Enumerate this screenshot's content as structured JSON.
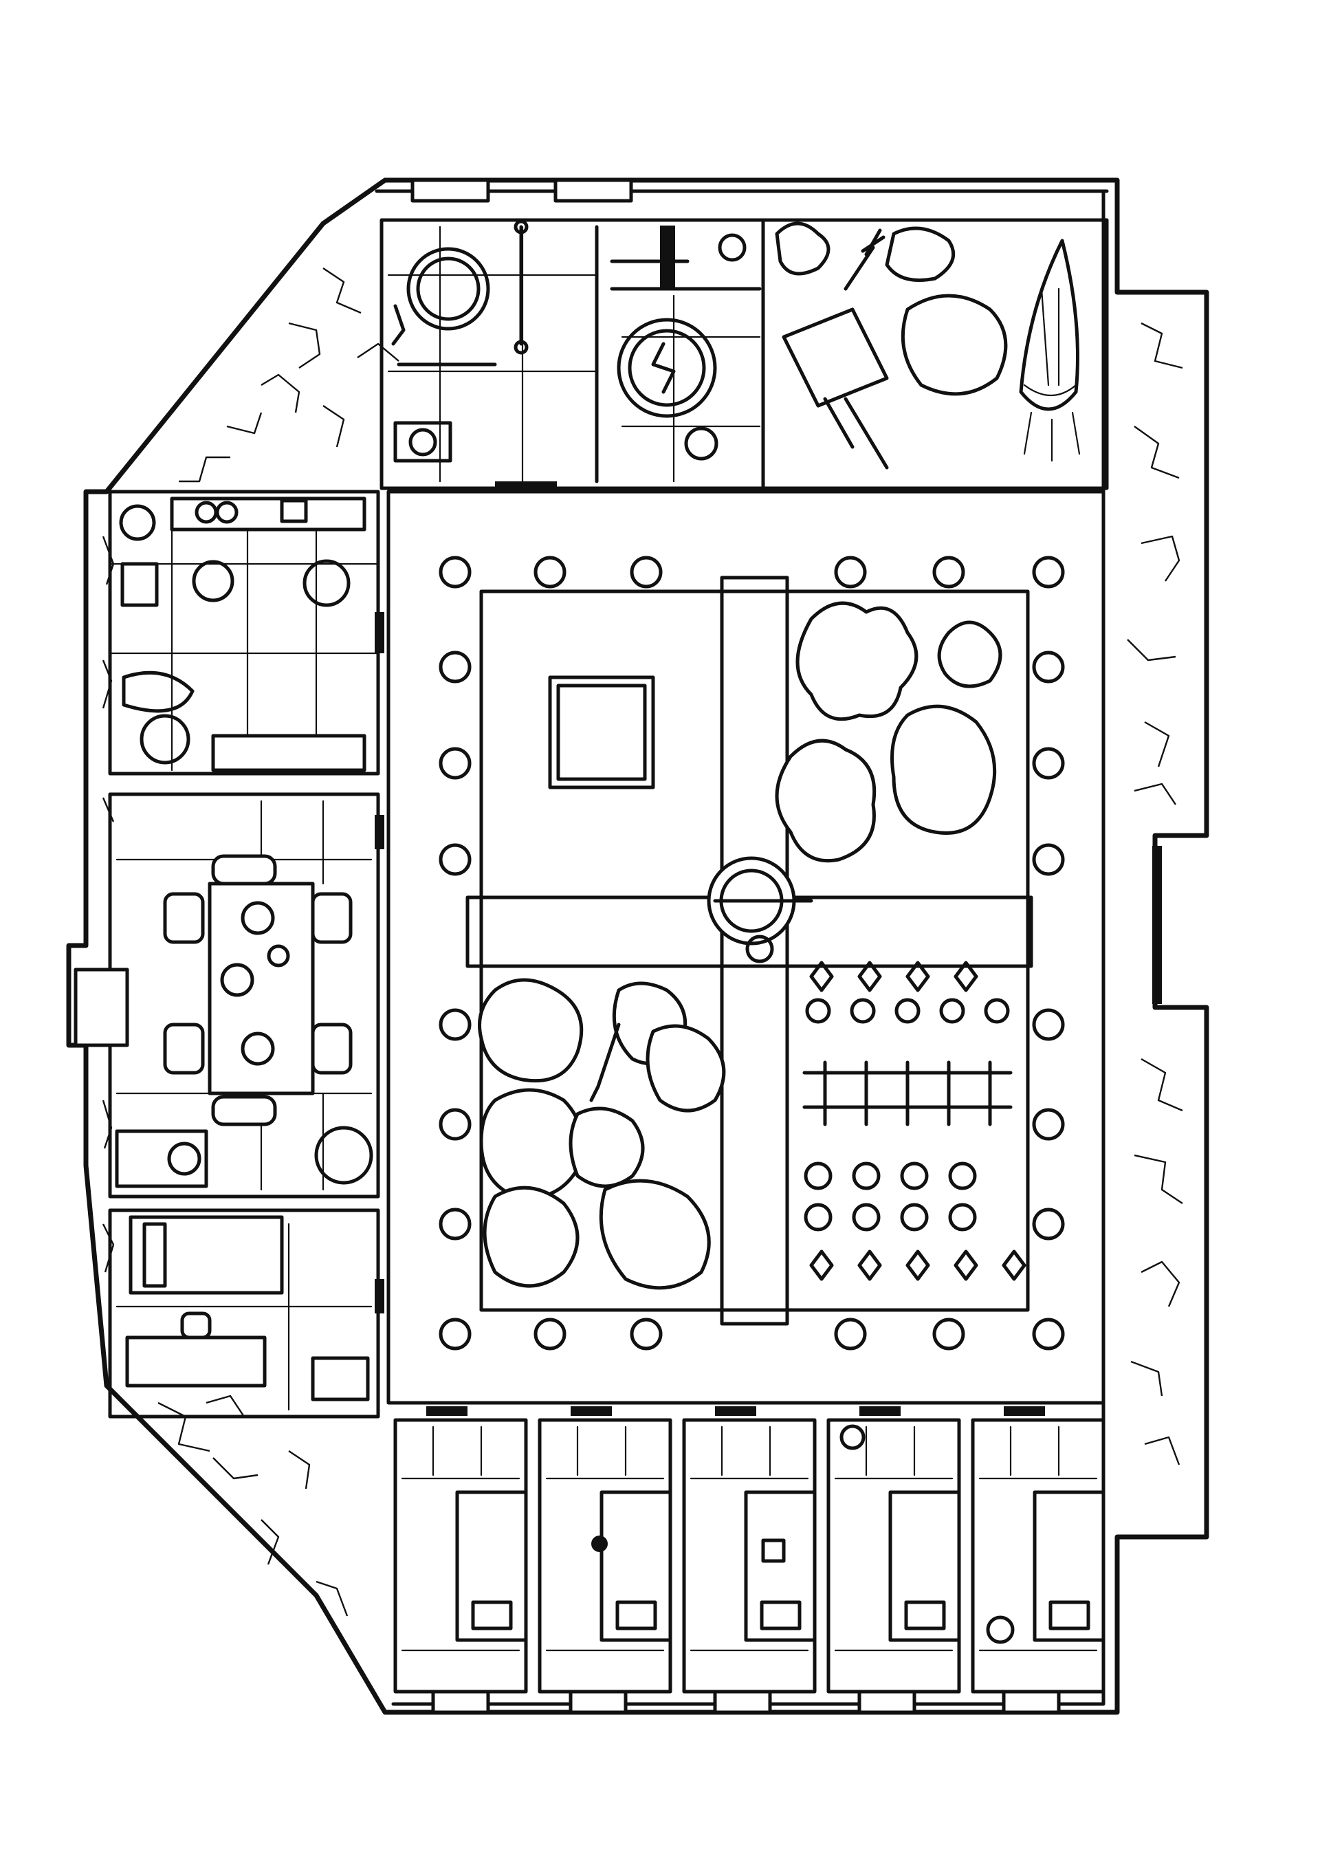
{
  "map": {
    "labels": [],
    "colors": {
      "ink": "#111111",
      "paper": "#ffffff"
    },
    "features": [
      "tower-room-nw",
      "tower-room-ne",
      "hay-yard",
      "kitchen",
      "dining-hall",
      "study",
      "cloister-courtyard",
      "well",
      "garden-beds",
      "cell-1",
      "cell-2",
      "cell-3",
      "cell-4",
      "cell-5"
    ]
  }
}
